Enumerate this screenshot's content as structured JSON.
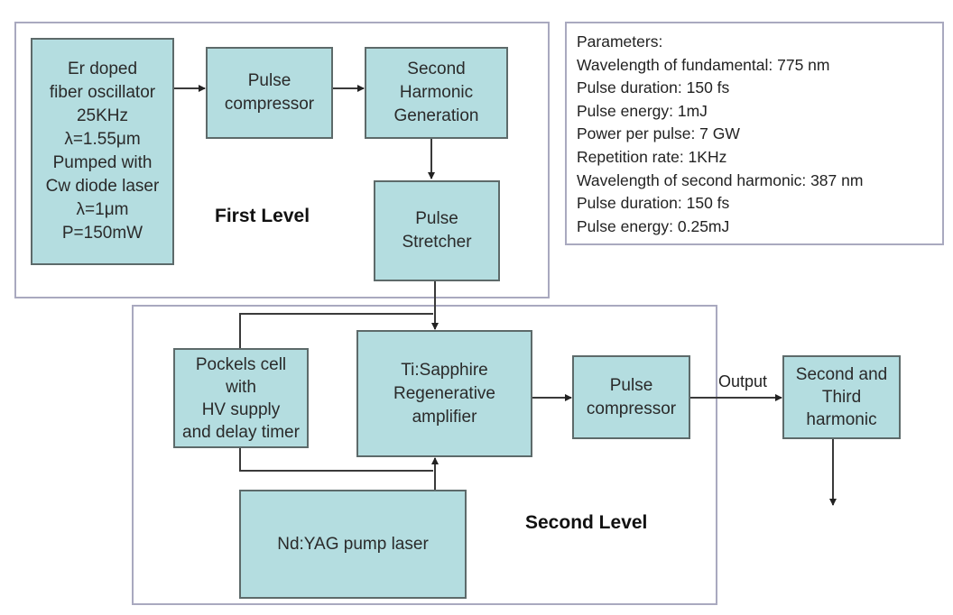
{
  "diagram": {
    "levels": {
      "first": "First Level",
      "second": "Second Level"
    },
    "blocks": {
      "oscillator": [
        "Er doped",
        "fiber oscillator",
        "25KHz",
        "λ=1.55μm",
        "Pumped with",
        "Cw diode laser",
        "λ=1μm",
        "P=150mW"
      ],
      "pulse_compressor_1": [
        "Pulse",
        "compressor"
      ],
      "shg": [
        "Second",
        "Harmonic",
        "Generation"
      ],
      "stretcher": [
        "Pulse",
        "Stretcher"
      ],
      "pockels": [
        "Pockels cell",
        "with",
        "HV supply",
        "and delay timer"
      ],
      "regen": [
        "Ti:Sapphire",
        "Regenerative",
        "amplifier"
      ],
      "pulse_compressor_2": [
        "Pulse",
        "compressor"
      ],
      "harmonics": [
        "Second and",
        "Third",
        "harmonic"
      ],
      "pump": [
        "Nd:YAG pump laser"
      ]
    },
    "output_label": "Output",
    "parameters": {
      "title": "Parameters:",
      "lines": [
        "Wavelength of fundamental: 775 nm",
        "Pulse duration: 150 fs",
        "Pulse energy: 1mJ",
        "Power per pulse: 7 GW",
        "Repetition rate: 1KHz",
        "Wavelength of second harmonic: 387 nm",
        "Pulse duration: 150 fs",
        "Pulse energy: 0.25mJ"
      ]
    },
    "colors": {
      "block_fill": "#b4dde0",
      "block_border": "#5d6a6a",
      "frame_border": "#a9a9bf",
      "wire": "#3a3a3a"
    }
  }
}
